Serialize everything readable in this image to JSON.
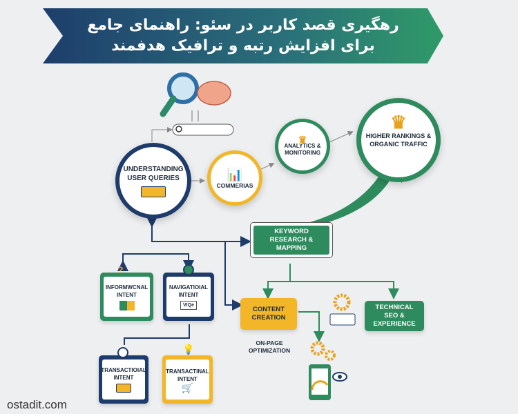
{
  "title": {
    "line1": "رهگیری قصد کاربر در سئو: راهنمای جامع",
    "line2": "برای افزایش رتبه و ترافیک هدفمند"
  },
  "nodes": {
    "understanding": "UNDERSTANDING USER QUERIES",
    "commerias": "COMMERIAS",
    "analytics": "ANALYTICS & MONITORING",
    "rankings": "HIGHER RANKINGS & ORGANIC TRAFFIC",
    "keyword": "KEYWORD RESEARCH & MAPPING",
    "informational": "INFORMWCNAL INTENT",
    "navigational": "NAVIGATIOIAL INTENT",
    "nav_icon_text": "VIQe",
    "transactional": "TRANSACTIOIAL INTENT",
    "transactinal": "TRANSACTINAL INTENT",
    "content": "CONTENT CREATION",
    "onpage": "ON-PAGE OPTIMIZATION",
    "technical": "TECHNICAL SEO & EXPERIENCE"
  },
  "watermark": "ostadit.com",
  "colors": {
    "navy": "#1d3b6b",
    "green": "#2e8b5e",
    "yellow": "#f2b628"
  }
}
